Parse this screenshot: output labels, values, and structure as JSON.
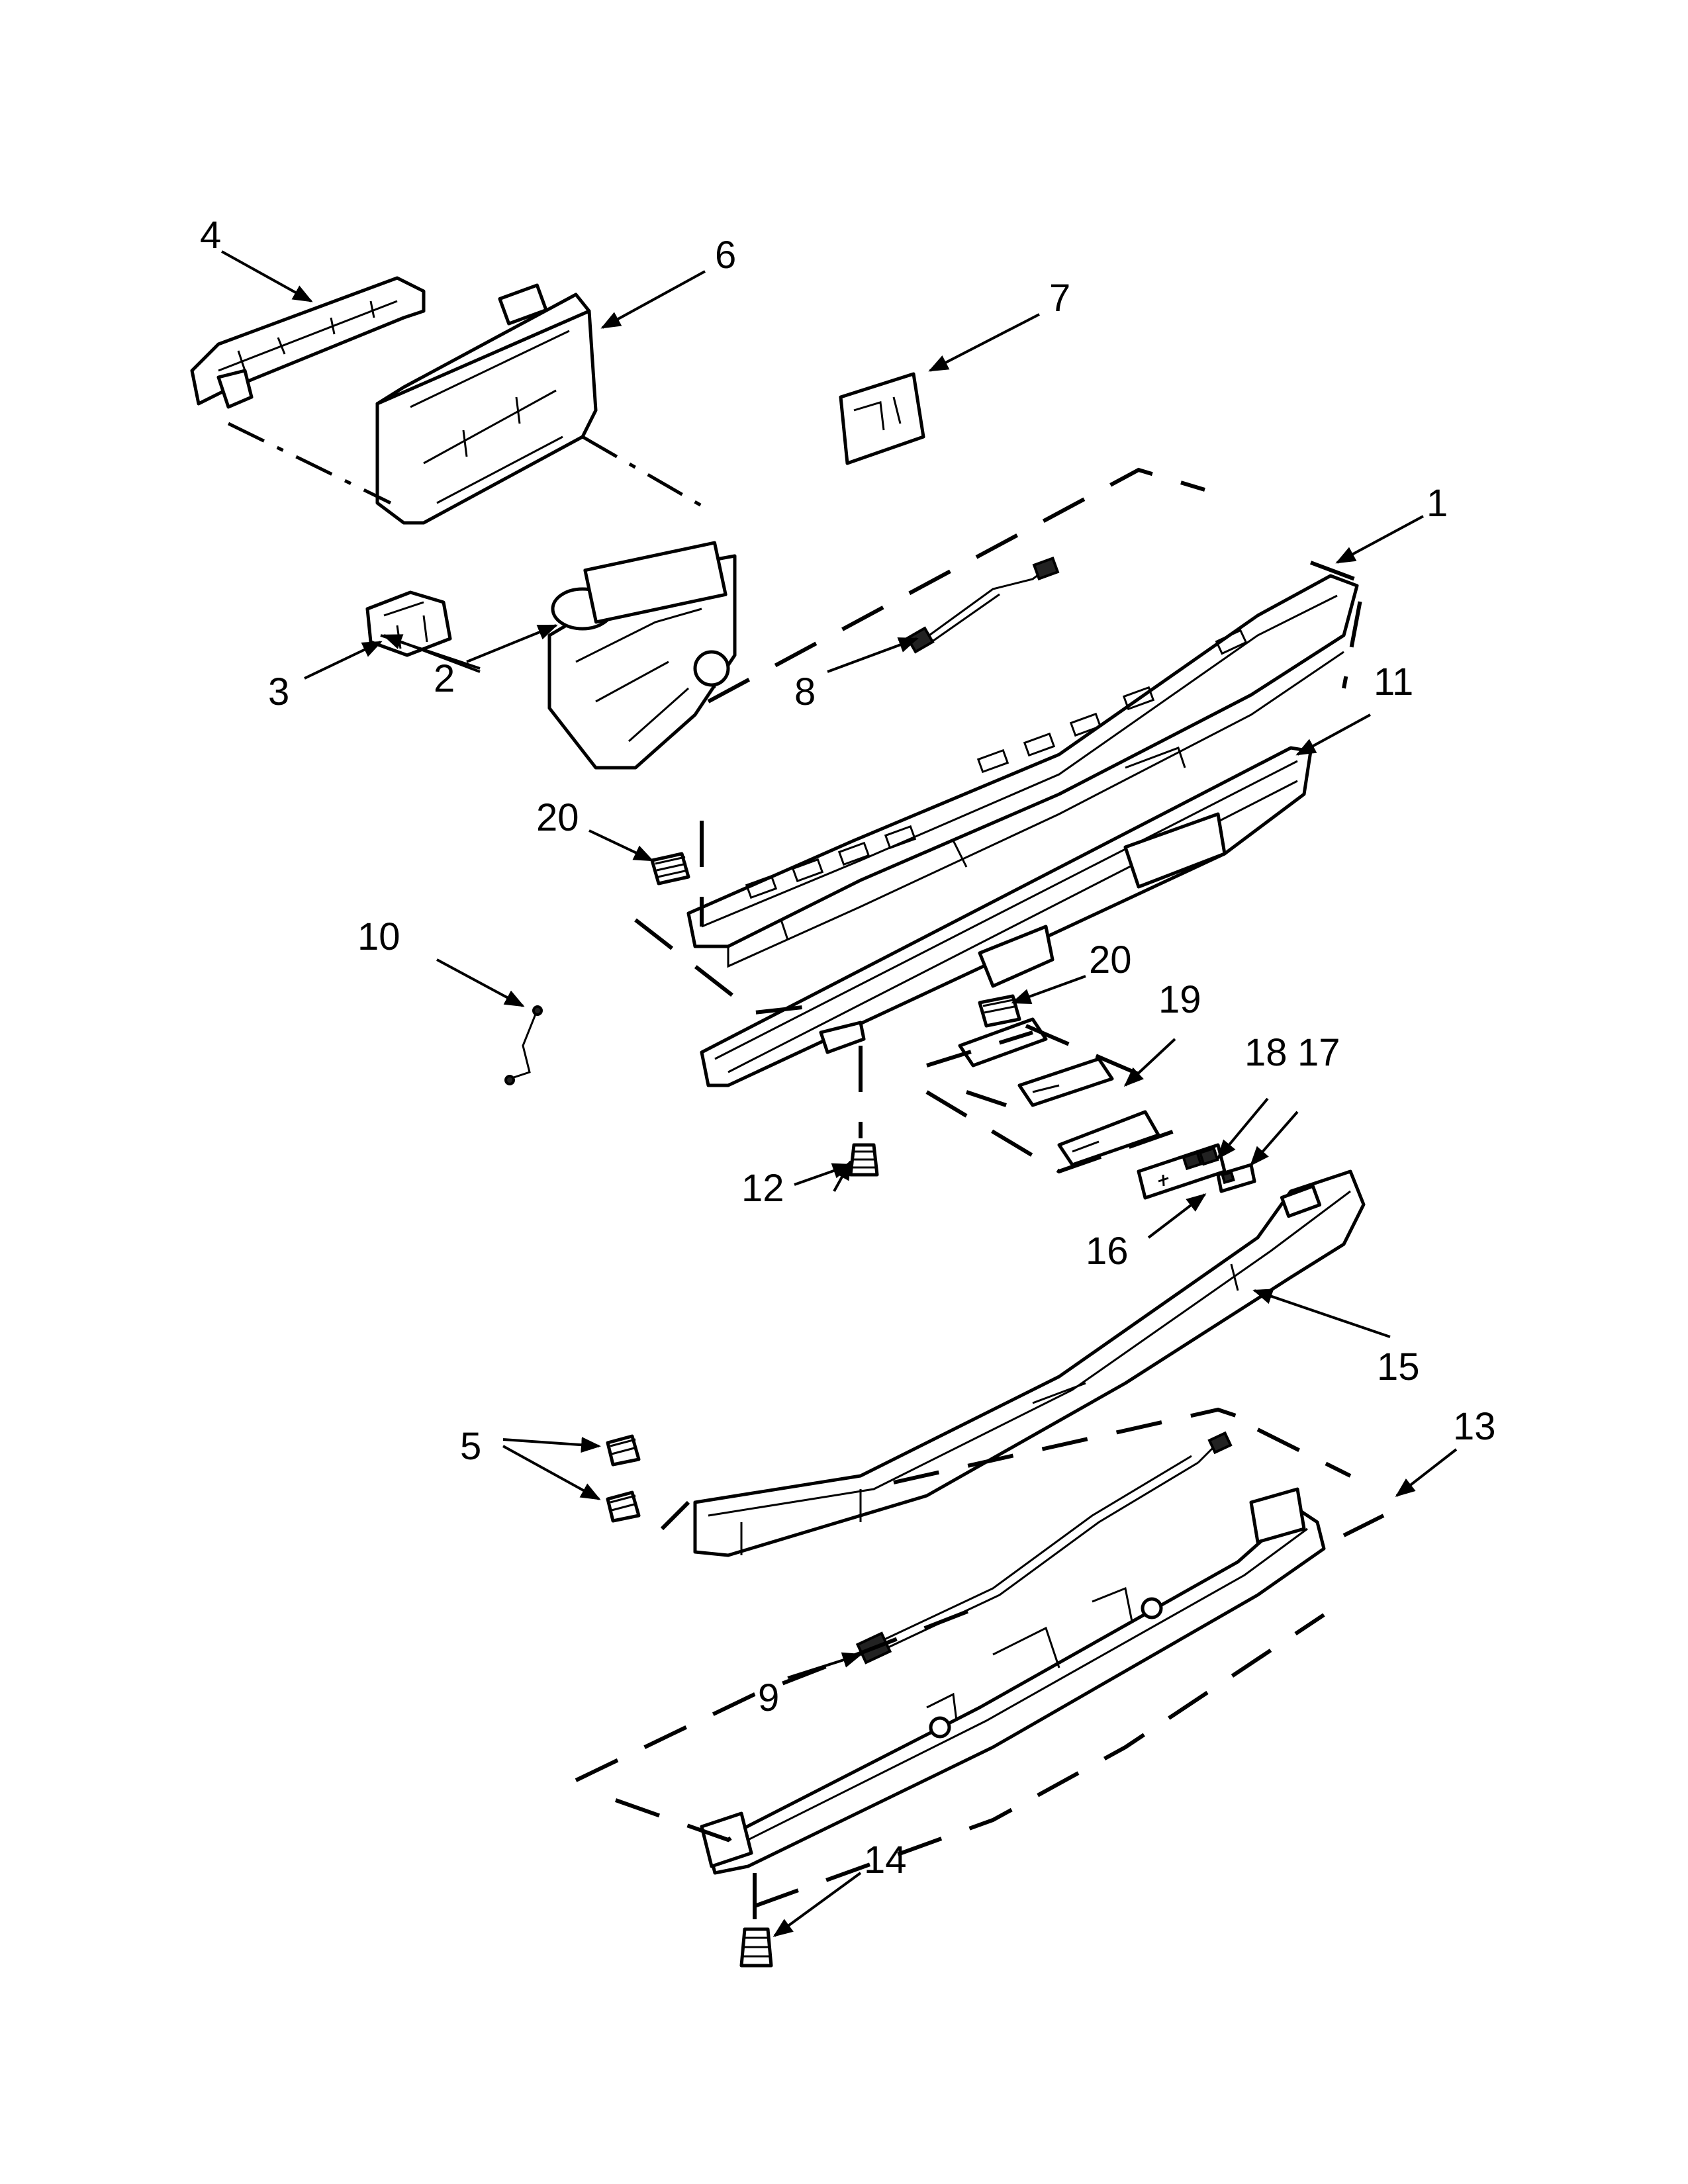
{
  "diagram": {
    "callouts": [
      {
        "id": "1",
        "label": "1"
      },
      {
        "id": "2",
        "label": "2"
      },
      {
        "id": "3",
        "label": "3"
      },
      {
        "id": "4",
        "label": "4"
      },
      {
        "id": "5",
        "label": "5"
      },
      {
        "id": "6",
        "label": "6"
      },
      {
        "id": "7",
        "label": "7"
      },
      {
        "id": "8",
        "label": "8"
      },
      {
        "id": "9",
        "label": "9"
      },
      {
        "id": "10",
        "label": "10"
      },
      {
        "id": "11",
        "label": "11"
      },
      {
        "id": "12",
        "label": "12"
      },
      {
        "id": "13",
        "label": "13"
      },
      {
        "id": "14",
        "label": "14"
      },
      {
        "id": "15",
        "label": "15"
      },
      {
        "id": "16",
        "label": "16"
      },
      {
        "id": "17",
        "label": "17"
      },
      {
        "id": "18",
        "label": "18"
      },
      {
        "id": "19",
        "label": "19"
      },
      {
        "id": "20a",
        "label": "20"
      },
      {
        "id": "20b",
        "label": "20"
      }
    ]
  }
}
